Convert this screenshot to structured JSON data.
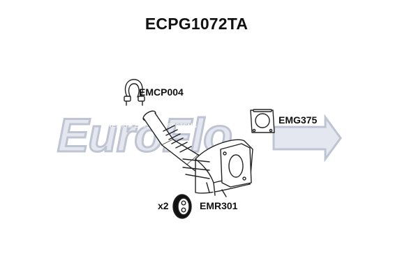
{
  "title": "ECPG1072TA",
  "watermark": {
    "brand": "EuroFlo",
    "tagline": "PREMIUM EMISSION SYSTEMS",
    "fill_color": "#e4e7ef",
    "stroke_color": "#bfc4d3"
  },
  "parts": {
    "clamp": {
      "code": "EMCP004",
      "icon": "clamp-icon"
    },
    "gasket": {
      "code": "EMG375",
      "icon": "gasket-icon"
    },
    "rubber_mount": {
      "code": "EMR301",
      "quantity": "x2",
      "icon": "rubber-mount-icon"
    },
    "main_unit": {
      "icon": "particulate-filter-icon"
    }
  }
}
